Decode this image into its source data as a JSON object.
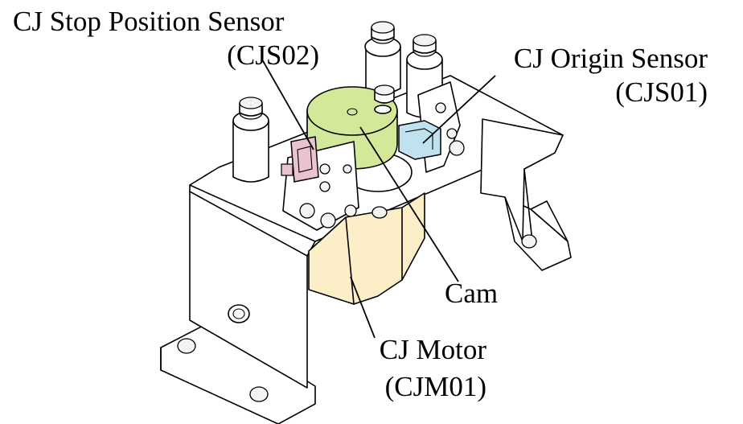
{
  "labels": {
    "cjs02_name": "CJ Stop Position Sensor",
    "cjs02_code": "(CJS02)",
    "cjs01_name": "CJ Origin Sensor",
    "cjs01_code": "(CJS01)",
    "cam": "Cam",
    "motor_name": "CJ Motor",
    "motor_code": "(CJM01)"
  },
  "colors": {
    "cam": "#d4e89a",
    "motor": "#fcefc8",
    "origin_sensor": "#bfe2ee",
    "stop_sensor": "#e9c4d0"
  }
}
